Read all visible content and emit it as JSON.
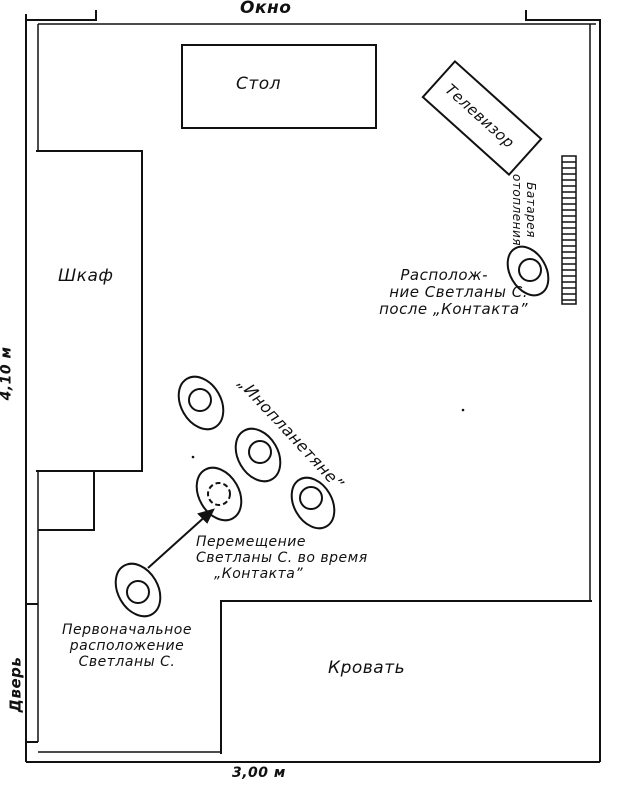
{
  "plan": {
    "window_label": "Окно",
    "door_label": "Дверь",
    "width_label": "3,00 м",
    "height_label": "4,10 м"
  },
  "furniture": {
    "table": "Стол",
    "tv": "Телевизор",
    "radiator": "Батарея отопления",
    "wardrobe": "Шкаф",
    "bed": "Кровать"
  },
  "annotations": {
    "position_after": [
      "Располож-",
      "ние Светланы С.",
      "после „Контакта”"
    ],
    "aliens": "„Инопланетяне”",
    "movement": [
      "Перемещение",
      "Светланы С. во время",
      "„Контакта”"
    ],
    "initial_position": [
      "Первоначальное",
      "расположение",
      "Светланы С."
    ]
  }
}
